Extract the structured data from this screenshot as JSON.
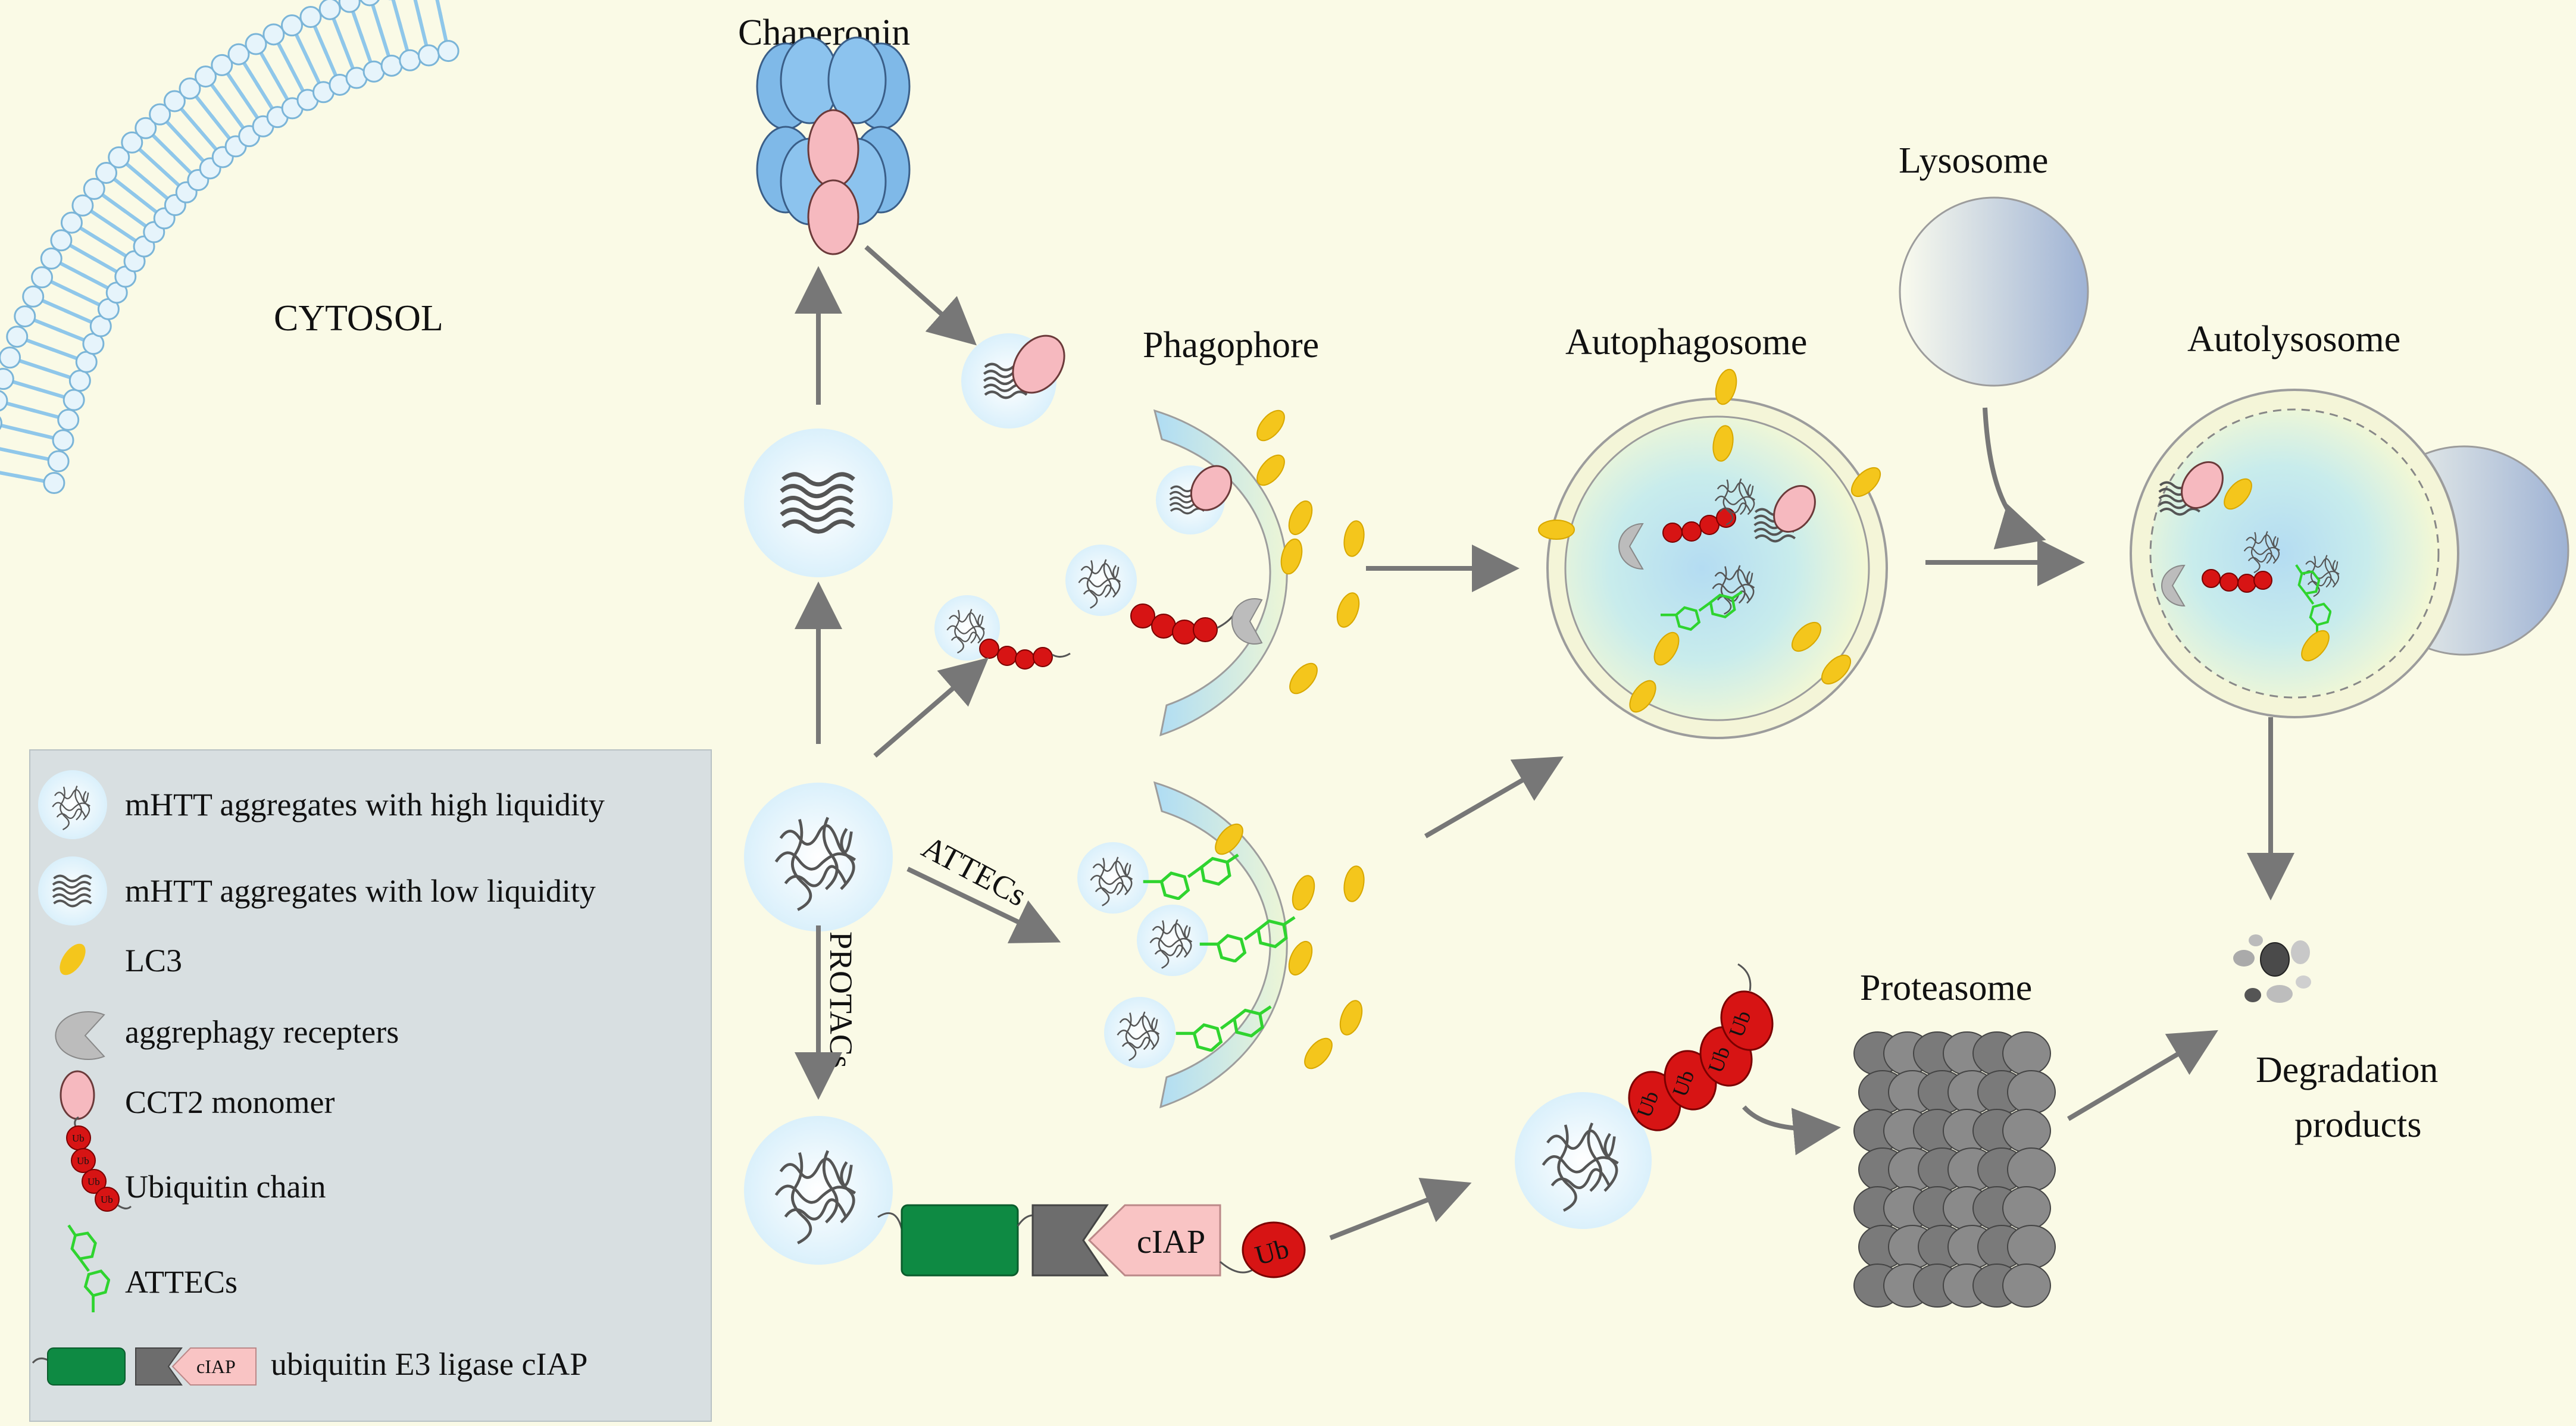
{
  "labels": {
    "cytosol": "CYTOSOL",
    "chaperonin": "Chaperonin",
    "phagophore": "Phagophore",
    "autophagosome": "Autophagosome",
    "lysosome": "Lysosome",
    "autolysosome": "Autolysosome",
    "proteasome": "Proteasome",
    "degradation_line1": "Degradation",
    "degradation_line2": "products",
    "attecs_arrow": "ATTECs",
    "protacs_arrow": "PROTACs",
    "ciap": "cIAP",
    "ub": "Ub"
  },
  "legend": {
    "items": [
      "mHTT aggregates with high liquidity",
      "mHTT aggregates with low liquidity",
      "LC3",
      "aggrephagy recepters",
      "CCT2 monomer",
      "Ubiquitin chain",
      "ATTECs",
      "ubiquitin E3 ligase cIAP"
    ],
    "ciap_small": "cIAP",
    "ub_small": "Ub"
  },
  "colors": {
    "background": "#fafae6",
    "legend_bg": "#d8dfe1",
    "membrane": "#a9d3ef",
    "lc3": "#f4c61c",
    "ubiquitin": "#d71414",
    "cct2": "#f6b9bf",
    "attec": "#2fd42f",
    "ciap": "#f9c4c4",
    "ligand": "#0e8a43",
    "receptor": "#bcbcbc",
    "proteasome": "#888888",
    "arrow": "#777777"
  }
}
